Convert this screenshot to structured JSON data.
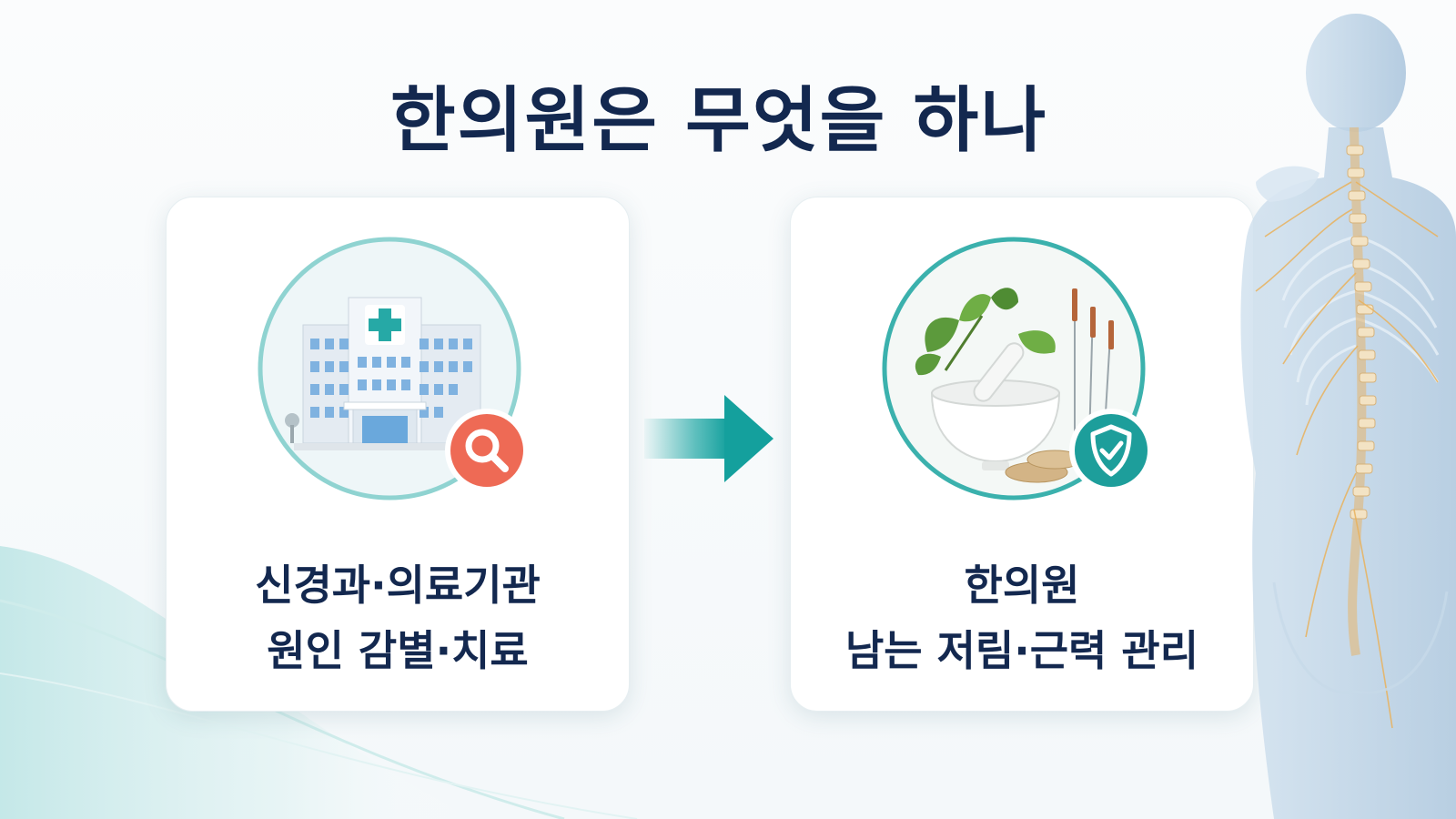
{
  "title": "한의원은 무엇을 하나",
  "cards": [
    {
      "line1": "신경과·의료기관",
      "line2": "원인 감별·치료",
      "image": "hospital-building",
      "badge_icon": "search-icon"
    },
    {
      "line1": "한의원",
      "line2": "남는 저림·근력 관리",
      "image": "herbal-mortar-and-acupuncture",
      "badge_icon": "shield-check-icon"
    }
  ],
  "arrow_icon": "arrow-right-icon",
  "figure": "human-spine-nerve-illustration",
  "colors": {
    "title": "#13284f",
    "teal": "#1fa7a4",
    "badge_red": "#ee6a55",
    "badge_teal": "#1d9e9b"
  }
}
